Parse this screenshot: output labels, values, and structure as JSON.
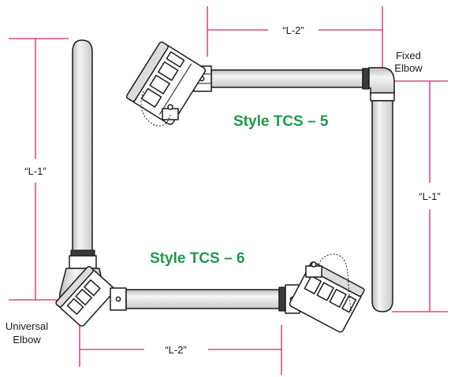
{
  "styles": {
    "tcs5_title": "Style TCS – 5",
    "tcs6_title": "Style TCS – 6"
  },
  "labels": {
    "fixed_elbow_line1": "Fixed",
    "fixed_elbow_line2": "Elbow",
    "universal_elbow_line1": "Universal",
    "universal_elbow_line2": "Elbow",
    "l1_left": "“L-1”",
    "l1_right": "“L-1”",
    "l2_top": "“L-2”",
    "l2_bottom": "“L-2”"
  },
  "colors": {
    "title_green": "#1e9a4a",
    "dimension_magenta": "#d6246e"
  }
}
